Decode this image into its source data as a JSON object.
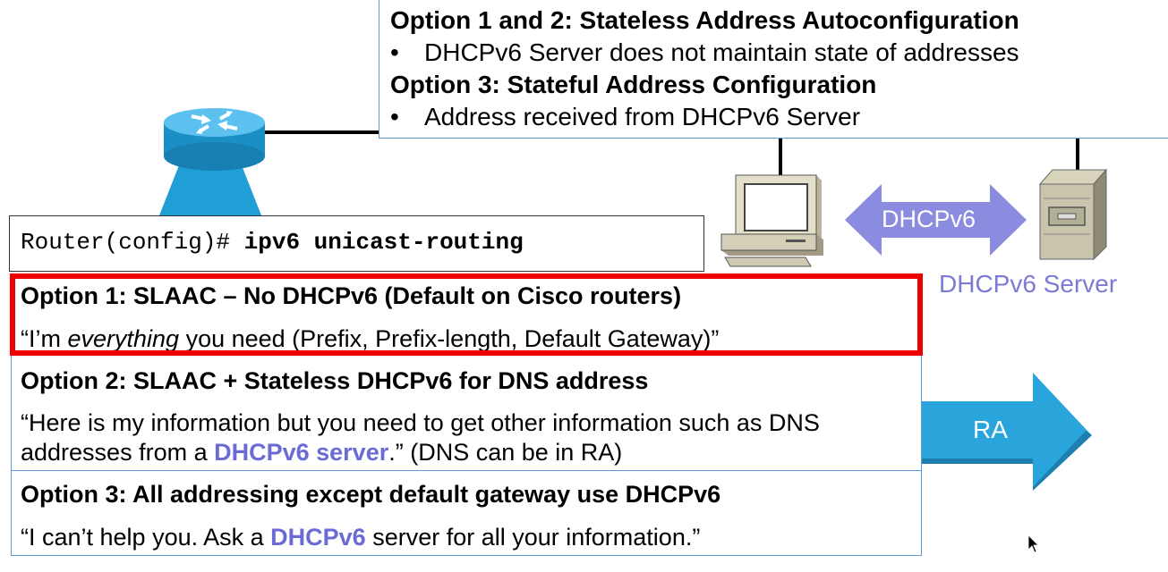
{
  "top_box": {
    "heading1": "Option 1 and 2: Stateless Address Autoconfiguration",
    "bullet1": "DHCPv6 Server does not maintain state of addresses",
    "heading2": "Option 3: Stateful Address Configuration",
    "bullet2": "Address received from DHCPv6 Server",
    "bullet_glyph": "•"
  },
  "cli": {
    "prompt": "Router(config)# ",
    "command": "ipv6 unicast-routing"
  },
  "options": [
    {
      "title": "Option 1: SLAAC – No DHCPv6 (Default on Cisco routers)",
      "text_a": "“I’m ",
      "text_em": "everything",
      "text_b": " you need (Prefix, Prefix-length, Default Gateway)”"
    },
    {
      "title": "Option 2: SLAAC + Stateless DHCPv6 for DNS address",
      "line1": "“Here is my information but you need to get other information such as DNS",
      "line2_a": "addresses from a ",
      "line2_hl": "DHCPv6 server",
      "line2_b": ".” (DNS can be in RA)"
    },
    {
      "title": "Option 3: All addressing except default gateway use DHCPv6",
      "text_a": "“I can’t help you. Ask a ",
      "text_hl": "DHCPv6",
      "text_b": " server for all your information.”"
    }
  ],
  "diagram": {
    "dhcp_arrow_label": "DHCPv6",
    "server_label": "DHCPv6 Server",
    "ra_arrow_label": "RA"
  },
  "colors": {
    "accent_blue": "#5b9bd5",
    "router_blue": "#1f9fd6",
    "highlight_red": "#ee0000",
    "dhcp_purple": "#8b8be0",
    "text_purple": "#6b6bd6",
    "ra_blue": "#2aa5dc"
  }
}
